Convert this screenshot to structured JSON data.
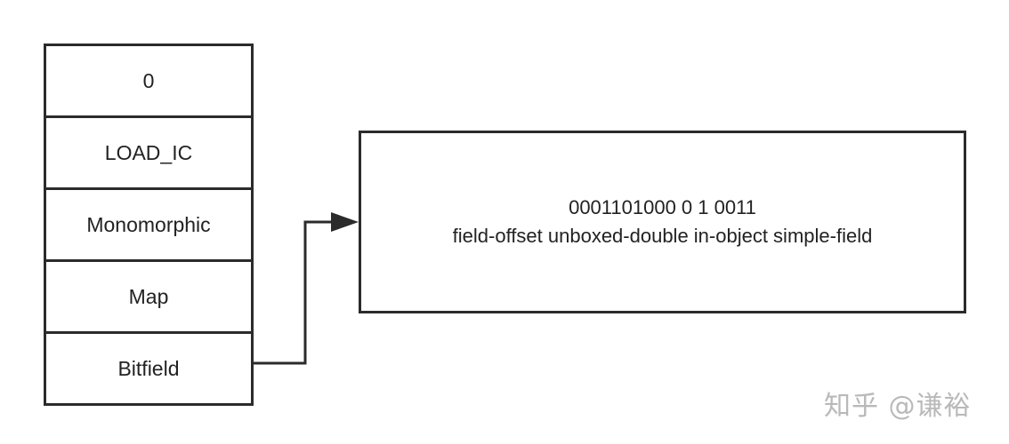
{
  "stack": {
    "cells": [
      {
        "label": "0"
      },
      {
        "label": "LOAD_IC"
      },
      {
        "label": "Monomorphic"
      },
      {
        "label": "Map"
      },
      {
        "label": "Bitfield"
      }
    ]
  },
  "bitfield_box": {
    "bits": "0001101000 0 1 0011",
    "fields": "field-offset unboxed-double in-object simple-field"
  },
  "watermark": "知乎 @谦裕",
  "colors": {
    "stroke": "#2b2b2b",
    "text": "#222222",
    "watermark": "#b9b9b9"
  }
}
